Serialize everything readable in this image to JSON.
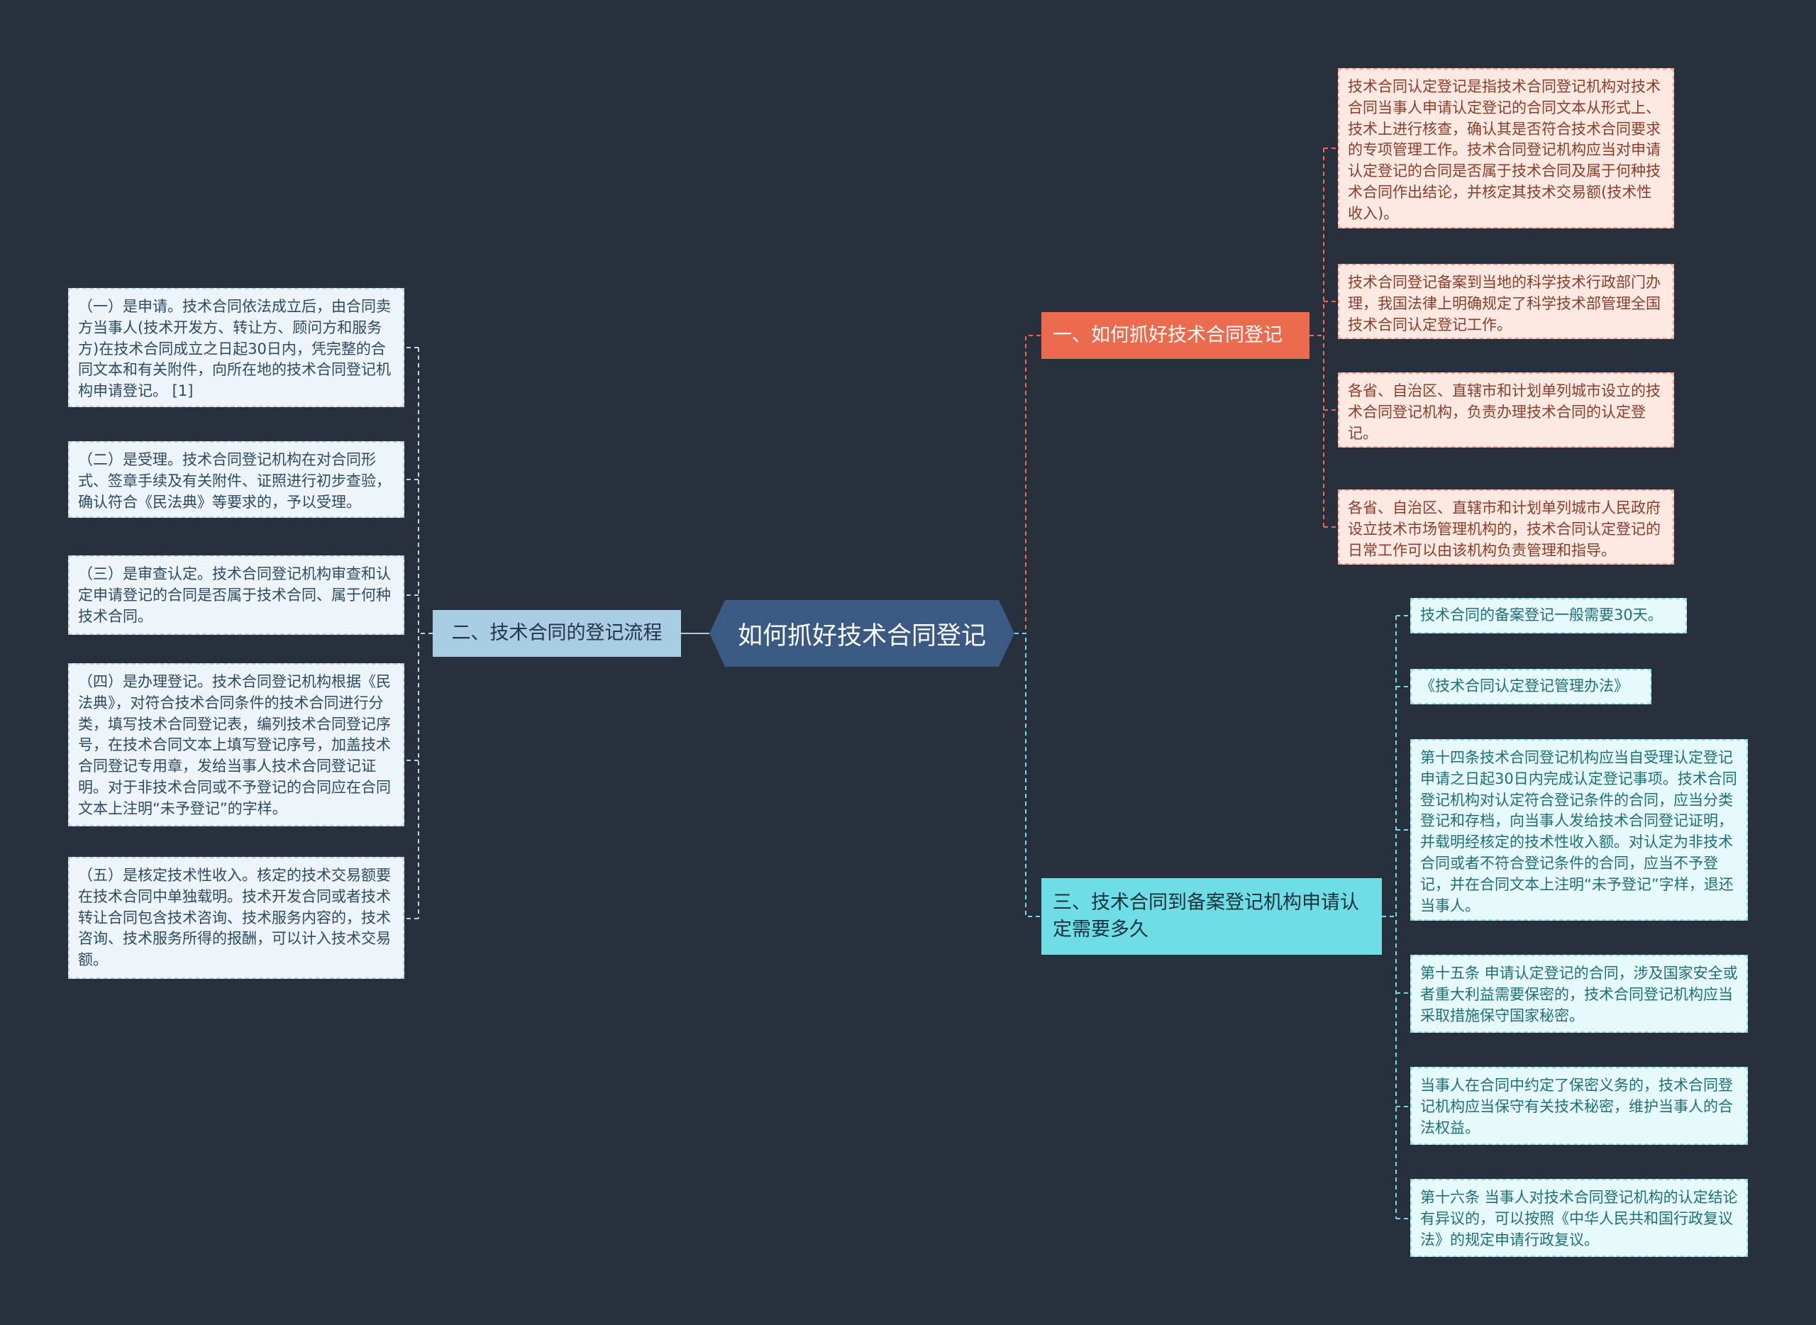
{
  "root": {
    "label": "如何抓好技术合同登记"
  },
  "branches": [
    {
      "label": "一、如何抓好技术合同登记",
      "color": "#ec6a4d",
      "leaves": [
        "技术合同认定登记是指技术合同登记机构对技术合同当事人申请认定登记的合同文本从形式上、技术上进行核查，确认其是否符合技术合同要求的专项管理工作。技术合同登记机构应当对申请认定登记的合同是否属于技术合同及属于何种技术合同作出结论，并核定其技术交易额(技术性收入)。",
        "技术合同登记备案到当地的科学技术行政部门办理，我国法律上明确规定了科学技术部管理全国技术合同认定登记工作。",
        "各省、自治区、直辖市和计划单列城市设立的技术合同登记机构，负责办理技术合同的认定登记。",
        "各省、自治区、直辖市和计划单列城市人民政府设立技术市场管理机构的，技术合同认定登记的日常工作可以由该机构负责管理和指导。"
      ]
    },
    {
      "label": "二、技术合同的登记流程",
      "color": "#a9cde3",
      "leaves": [
        "（一）是申请。技术合同依法成立后，由合同卖方当事人(技术开发方、转让方、顾问方和服务方)在技术合同成立之日起30日内，凭完整的合同文本和有关附件，向所在地的技术合同登记机构申请登记。 [1]",
        "（二）是受理。技术合同登记机构在对合同形式、签章手续及有关附件、证照进行初步查验，确认符合《民法典》等要求的，予以受理。",
        "（三）是审查认定。技术合同登记机构审查和认定申请登记的合同是否属于技术合同、属于何种技术合同。",
        "（四）是办理登记。技术合同登记机构根据《民法典》，对符合技术合同条件的技术合同进行分类，填写技术合同登记表，编列技术合同登记序号，在技术合同文本上填写登记序号，加盖技术合同登记专用章，发给当事人技术合同登记证明。对于非技术合同或不予登记的合同应在合同文本上注明“未予登记”的字样。",
        "（五）是核定技术性收入。核定的技术交易额要在技术合同中单独载明。技术开发合同或者技术转让合同包含技术咨询、技术服务内容的，技术咨询、技术服务所得的报酬，可以计入技术交易额。"
      ]
    },
    {
      "label": "三、技术合同到备案登记机构申请认定需要多久",
      "color": "#6fdde6",
      "leaves": [
        "技术合同的备案登记一般需要30天。",
        "《技术合同认定登记管理办法》",
        "第十四条技术合同登记机构应当自受理认定登记申请之日起30日内完成认定登记事项。技术合同登记机构对认定符合登记条件的合同，应当分类登记和存档，向当事人发给技术合同登记证明，并载明经核定的技术性收入额。对认定为非技术合同或者不符合登记条件的合同，应当不予登记，并在合同文本上注明“未予登记”字样，退还当事人。",
        "第十五条 申请认定登记的合同，涉及国家安全或者重大利益需要保密的，技术合同登记机构应当采取措施保守国家秘密。",
        "当事人在合同中约定了保密义务的，技术合同登记机构应当保守有关技术秘密，维护当事人的合法权益。",
        "第十六条 当事人对技术合同登记机构的认定结论有异议的，可以按照《中华人民共和国行政复议法》的规定申请行政复议。"
      ]
    }
  ]
}
